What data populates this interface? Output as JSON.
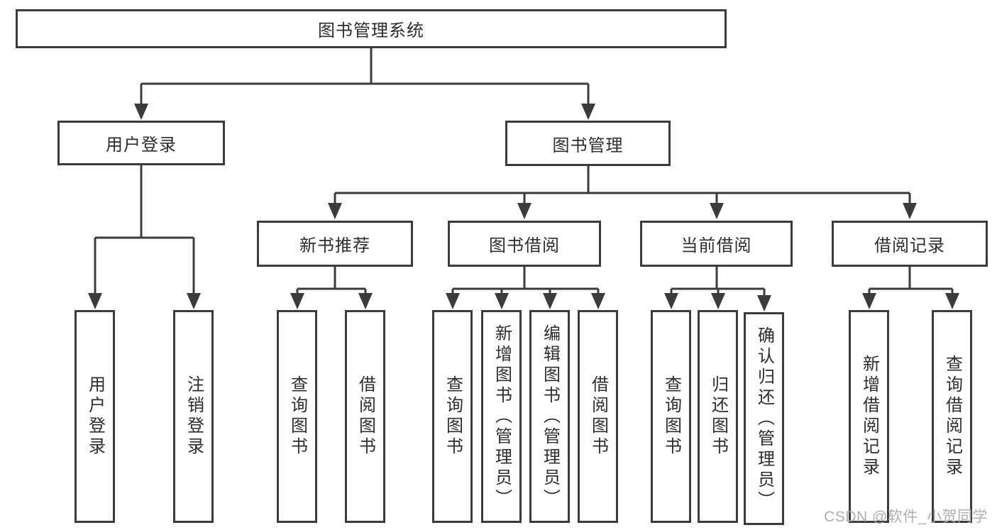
{
  "tree": {
    "root": "图书管理系统",
    "children": [
      {
        "label": "用户登录",
        "children": [
          "用户登录",
          "注销登录"
        ]
      },
      {
        "label": "图书管理",
        "children": [
          {
            "label": "新书推荐",
            "children": [
              "查询图书",
              "借阅图书"
            ]
          },
          {
            "label": "图书借阅",
            "children": [
              "查询图书",
              "新增图书（管理员）",
              "编辑图书（管理员）",
              "借阅图书"
            ]
          },
          {
            "label": "当前借阅",
            "children": [
              "查询图书",
              "归还图书",
              "确认归还（管理员）"
            ]
          },
          {
            "label": "借阅记录",
            "children": [
              "新增借阅记录",
              "查询借阅记录"
            ]
          }
        ]
      }
    ]
  },
  "watermark": {
    "text": "CSDN @软件_小贺同学"
  },
  "colors": {
    "line": "#3b3b3b",
    "box_border": "#3b3b3b",
    "text": "#2d2d2d",
    "background": "#ffffff",
    "watermark": "#a8abae"
  }
}
